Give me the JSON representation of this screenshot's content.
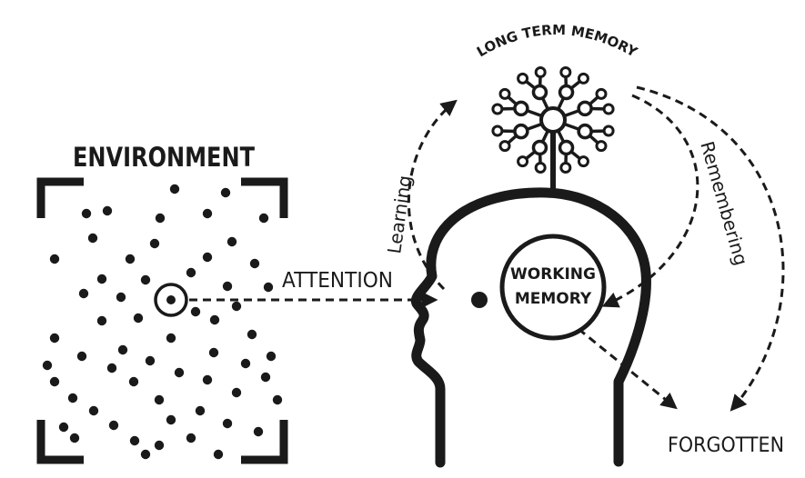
{
  "labels": {
    "environment": "ENVIRONMENT",
    "attention": "ATTENTION",
    "long_term_memory": "LONG TERM MEMORY",
    "learning": "Learning",
    "remembering": "Remembering",
    "working_memory_line1": "WORKING",
    "working_memory_line2": "MEMORY",
    "forgotten": "FORGOTTEN"
  },
  "colors": {
    "ink": "#1a1a1a",
    "background": "#ffffff"
  },
  "icons": {
    "environment_frame": "corner-brackets",
    "focus_target": "target-circle-icon",
    "head": "head-profile-icon",
    "memory_network": "neural-network-icon"
  }
}
